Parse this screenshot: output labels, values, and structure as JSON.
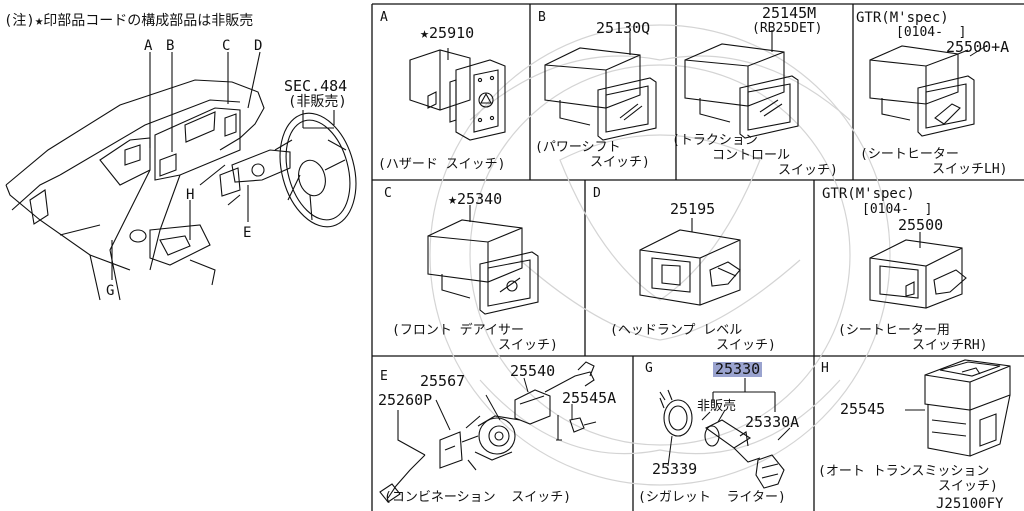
{
  "note": "(注)★印部品コードの構成部品は非販売",
  "overview": {
    "letters": [
      "A",
      "B",
      "C",
      "D",
      "E",
      "G",
      "H"
    ],
    "sec_line1": "SEC.484",
    "sec_line2": "(非販売)"
  },
  "panels": {
    "A": {
      "letter": "A",
      "part": "★25910",
      "caption1": "(ハザード スイッチ)"
    },
    "B1": {
      "letter": "B",
      "part": "25130Q",
      "caption1": "(パワーシフト",
      "caption2": "スイッチ)"
    },
    "B2": {
      "part": "25145M",
      "variant": "(RB25DET)",
      "caption1": "(トラクション",
      "caption2": "コントロール",
      "caption3": "スイッチ)"
    },
    "B3": {
      "model": "GTR(M'spec)",
      "date": "[0104-  ]",
      "part": "25500+A",
      "caption1": "(シートヒーター",
      "caption2": "スイッチLH)"
    },
    "C": {
      "letter": "C",
      "part": "★25340",
      "caption1": "(フロント デアイサー",
      "caption2": "スイッチ)"
    },
    "D1": {
      "letter": "D",
      "part": "25195",
      "caption1": "(ヘッドランプ レベル",
      "caption2": "スイッチ)"
    },
    "D2": {
      "model": "GTR(M'spec)",
      "date": "[0104-  ]",
      "part": "25500",
      "caption1": "(シートヒーター用",
      "caption2": "スイッチRH)"
    },
    "E": {
      "letter": "E",
      "p1": "25567",
      "p2": "25540",
      "p3": "25260P",
      "p4": "25545A",
      "caption1": "(コンビネーション  スイッチ)"
    },
    "G": {
      "letter": "G",
      "p1": "25330",
      "p2": "非販売",
      "p3": "25330A",
      "p4": "25339",
      "caption1": "(シガレット  ライター)"
    },
    "H": {
      "letter": "H",
      "part": "25545",
      "caption1": "(オート トランスミッション",
      "caption2": "スイッチ)",
      "ref": "J25100FY"
    }
  }
}
